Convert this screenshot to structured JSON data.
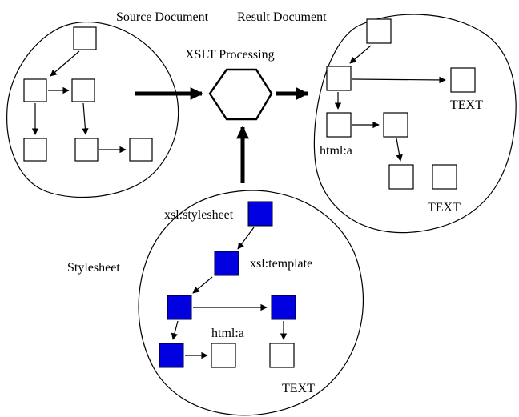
{
  "colors": {
    "background": "#ffffff",
    "outline": "#000000",
    "node_fill": "#ffffff",
    "template_node_fill": "#0000e0"
  },
  "source": {
    "label": "Source Document"
  },
  "processor": {
    "label": "XSLT Processing"
  },
  "result": {
    "label": "Result Document",
    "html_a": "html:a",
    "text_top": "TEXT",
    "text_bottom": "TEXT"
  },
  "stylesheet": {
    "label": "Stylesheet",
    "xsl_stylesheet": "xsl:stylesheet",
    "xsl_template": "xsl:template",
    "html_a": "html:a",
    "text": "TEXT"
  }
}
